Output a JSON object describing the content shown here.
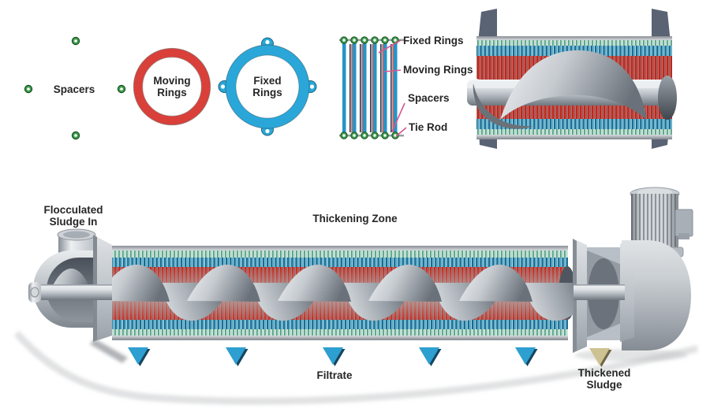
{
  "component_legend": {
    "spacers": "Spacers",
    "moving_rings": "Moving Rings",
    "fixed_rings": "Fixed Rings"
  },
  "stack_callouts": {
    "fixed_rings": "Fixed Rings",
    "moving_rings": "Moving Rings",
    "spacers": "Spacers",
    "tie_rod": "Tie Rod"
  },
  "machine_labels": {
    "inlet": "Flocculated Sludge In",
    "zone": "Thickening Zone",
    "filtrate": "Filtrate",
    "outlet": "Thickened Sludge"
  },
  "colors": {
    "moving_ring_red": "#d9403a",
    "fixed_ring_blue": "#2aa7d8",
    "spacer_green": "#3e9e4e",
    "callout_pink": "#d4578f",
    "filtrate_blue": "#2d9fd0",
    "sludge_tan": "#cec293",
    "label_text": "#262626"
  }
}
